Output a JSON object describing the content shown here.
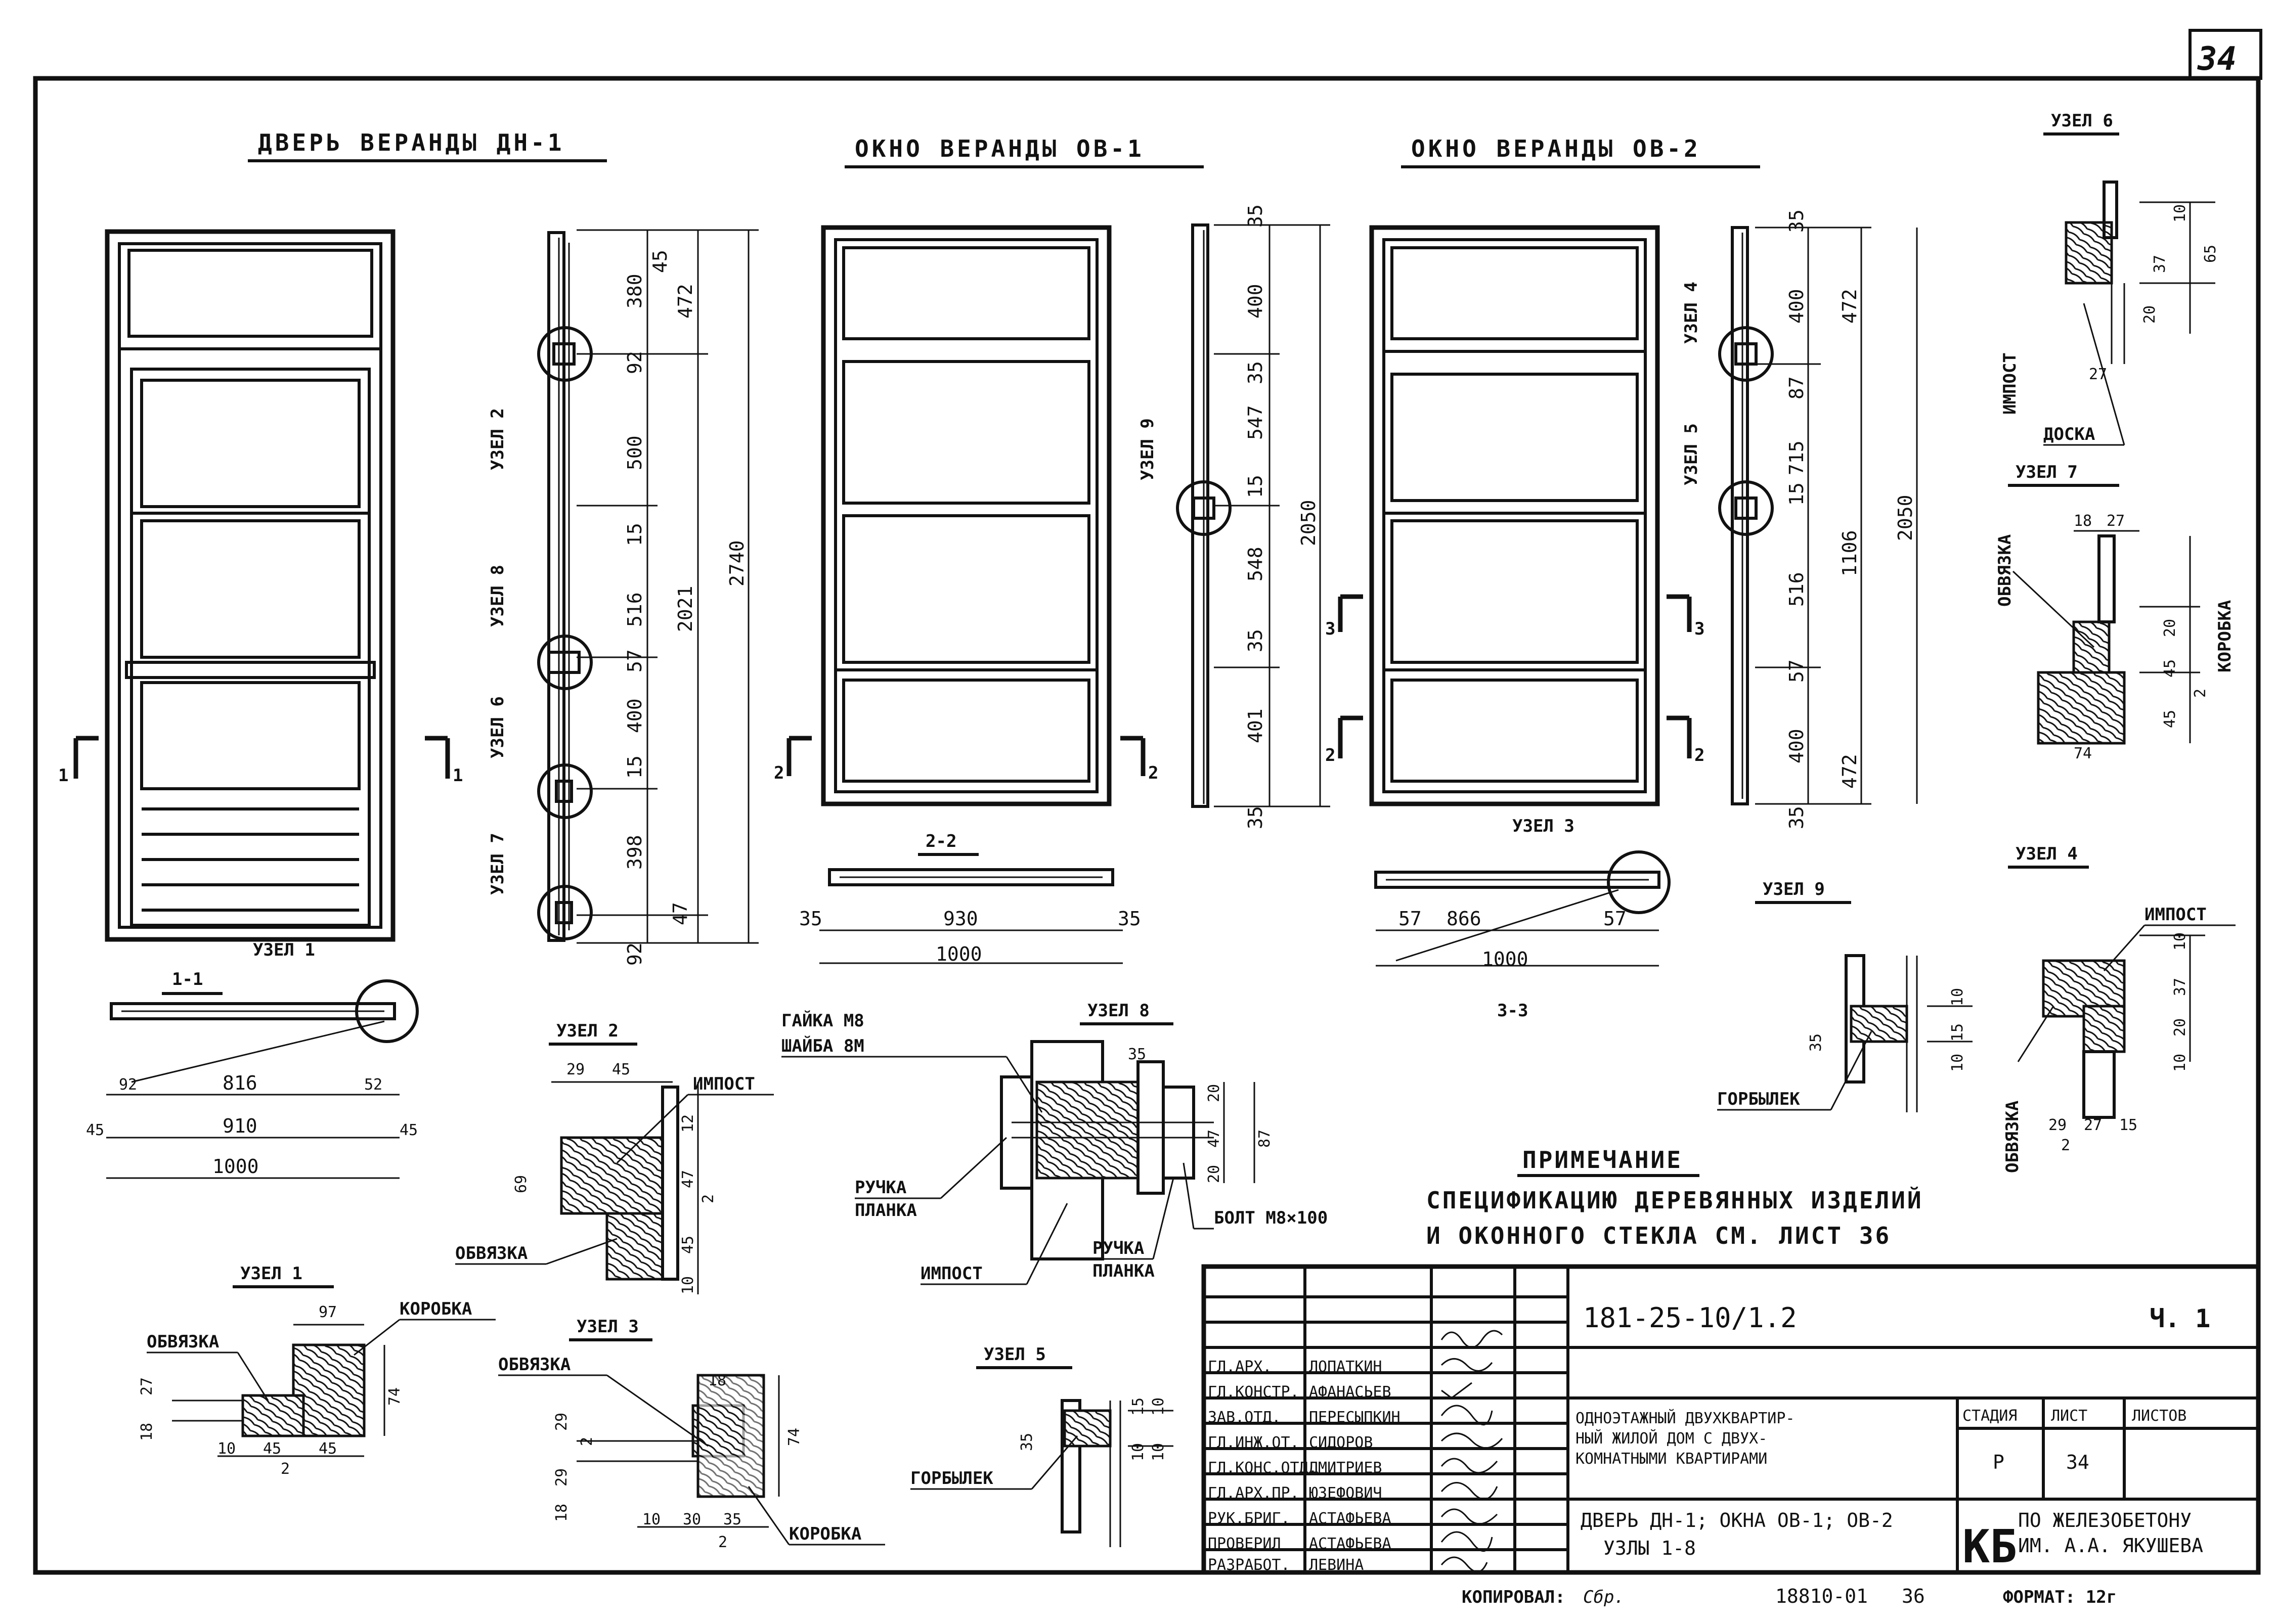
{
  "sheet": {
    "sheet_number": "34",
    "copy_label": "КОПИРОВАЛ:",
    "copy_signature": "Сбр.",
    "archive_number": "18810-01",
    "archive_page": "36",
    "format_label": "ФОРМАТ: 12г"
  },
  "views": {
    "door_title": "ДВЕРЬ ВЕРАНДЫ ДН-1",
    "window1_title": "ОКНО ВЕРАНДЫ ОВ-1",
    "window2_title": "ОКНО ВЕРАНДЫ ОВ-2",
    "section_1": "1-1",
    "section_2": "2-2",
    "section_3": "3-3",
    "cut_marks": [
      "1",
      "2",
      "3"
    ]
  },
  "dimensions": {
    "door_section_rows": [
      "45",
      "380",
      "92",
      "500",
      "15",
      "516",
      "57",
      "400",
      "15",
      "398",
      "47",
      "92"
    ],
    "door_section_totals": [
      "472",
      "2021",
      "2740"
    ],
    "ov1_section_rows": [
      "35",
      "400",
      "547",
      "35",
      "15",
      "548",
      "35",
      "401",
      "35"
    ],
    "ov1_section_total": "2050",
    "ov2_section_rows": [
      "35",
      "400",
      "715",
      "87",
      "15",
      "516",
      "57",
      "400",
      "35"
    ],
    "ov2_section_totals": [
      "472",
      "1106",
      "472",
      "2050"
    ],
    "section_1_1": {
      "a": "92",
      "b": "816",
      "c": "52",
      "d": "45",
      "e": "910",
      "f": "45",
      "total": "1000"
    },
    "section_2_2": {
      "left": "35",
      "mid": "930",
      "right": "35",
      "total": "1000"
    },
    "section_3_3": {
      "left": "57",
      "mid": "866",
      "right": "57",
      "total": "1000"
    }
  },
  "nodes": {
    "labels": [
      "УЗЕЛ 1",
      "УЗЕЛ 2",
      "УЗЕЛ 3",
      "УЗЕЛ 4",
      "УЗЕЛ 5",
      "УЗЕЛ 6",
      "УЗЕЛ 7",
      "УЗЕЛ 8",
      "УЗЕЛ 9"
    ],
    "parts": {
      "impost": "ИМПОСТ",
      "obvyazka": "ОБВЯЗКА",
      "korobka": "КОРОБКА",
      "doska": "ДОСКА",
      "gorbylek": "ГОРБЫЛЕК",
      "gayka": "ГАЙКА М8",
      "shayba": "ШАЙБА 8М",
      "ruchka": "РУЧКА",
      "planka": "ПЛАНКА",
      "bolt": "БОЛТ М8×100"
    },
    "uzel1_dims": [
      "97",
      "27",
      "74",
      "18",
      "10",
      "45",
      "45",
      "2"
    ],
    "uzel2_dims": [
      "29",
      "45",
      "12",
      "47",
      "2",
      "45",
      "10",
      "69"
    ],
    "uzel3_dims": [
      "18",
      "29",
      "2",
      "29",
      "74",
      "18",
      "10",
      "30",
      "35",
      "2"
    ],
    "uzel4_dims": [
      "10",
      "37",
      "20",
      "10",
      "29",
      "27",
      "15",
      "2"
    ],
    "uzel5_dims": [
      "35",
      "10",
      "15",
      "10",
      "10"
    ],
    "uzel6_dims": [
      "10",
      "37",
      "65",
      "20",
      "27"
    ],
    "uzel7_dims": [
      "18",
      "27",
      "20",
      "45",
      "2",
      "45",
      "74"
    ],
    "uzel8_dims": [
      "35",
      "20",
      "47",
      "20",
      "87"
    ],
    "uzel9_dims": [
      "35",
      "10",
      "15",
      "10"
    ]
  },
  "note": {
    "heading": "ПРИМЕЧАНИЕ",
    "line1": "СПЕЦИФИКАЦИЮ ДЕРЕВЯННЫХ ИЗДЕЛИЙ",
    "line2": "И ОКОННОГО СТЕКЛА СМ. ЛИСТ 36"
  },
  "title_block": {
    "code": "181-25-10/1.2",
    "part": "Ч. 1",
    "roles": [
      {
        "role": "ГЛ.АРХ.",
        "name": "ЛОПАТКИН"
      },
      {
        "role": "ГЛ.КОНСТР.",
        "name": "АФАНАСЬЕВ"
      },
      {
        "role": "ЗАВ.ОТД.",
        "name": "ПЕРЕСЫПКИН"
      },
      {
        "role": "ГЛ.ИНЖ.ОТ.",
        "name": "СИДОРОВ"
      },
      {
        "role": "ГЛ.КОНС.ОТД.",
        "name": "ДМИТРИЕВ"
      },
      {
        "role": "ГЛ.АРХ.ПР.",
        "name": "ЮЗЕФОВИЧ"
      },
      {
        "role": "РУК.БРИГ.",
        "name": "АСТАФЬЕВА"
      },
      {
        "role": "ПРОВЕРИЛ",
        "name": "АСТАФЬЕВА"
      },
      {
        "role": "РАЗРАБОТ.",
        "name": "ЛЕВИНА"
      }
    ],
    "project_line1": "ОДНОЭТАЖНЫЙ ДВУХКВАРТИР-",
    "project_line2": "НЫЙ ЖИЛОЙ ДОМ С ДВУХ-",
    "project_line3": "КОМНАТНЫМИ КВАРТИРАМИ",
    "stage_label": "СТАДИЯ",
    "sheet_label": "ЛИСТ",
    "sheets_label": "ЛИСТОВ",
    "stage_value": "Р",
    "sheet_value": "34",
    "sheets_value": "",
    "drawing_line1": "ДВЕРЬ ДН-1; ОКНА ОВ-1; ОВ-2",
    "drawing_line2": "УЗЛЫ 1-8",
    "org_logo": "КБ",
    "org_line1": "ПО ЖЕЛЕЗОБЕТОНУ",
    "org_line2": "ИМ. А.А. ЯКУШЕВА"
  }
}
